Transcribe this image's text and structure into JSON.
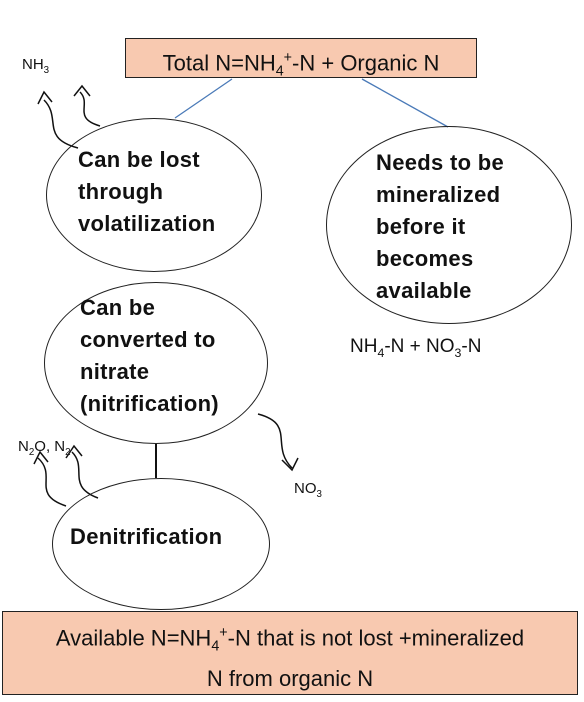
{
  "top_box": {
    "text": "Total N=NH",
    "sub": "4",
    "sup": "+",
    "tail": "-N + Organic N"
  },
  "nodes": {
    "volatilization": [
      "Can be lost",
      "through",
      "volatilization"
    ],
    "mineralized": [
      "Needs to be",
      "mineralized",
      "before it",
      "becomes",
      "available"
    ],
    "nitrification": [
      "Can be",
      "converted to",
      "nitrate",
      "(nitrification)"
    ],
    "denitrification": "Denitrification"
  },
  "labels": {
    "nh3": {
      "a": "NH",
      "b": "3"
    },
    "n2o_n2": {
      "a": "N",
      "b": "2",
      "c": "O, N",
      "d": "2"
    },
    "no3": {
      "a": "NO",
      "b": "3"
    },
    "mineral_products": {
      "a": "NH",
      "b": "4",
      "c": "-N + NO",
      "d": "3",
      "e": "-N"
    }
  },
  "bottom_box": {
    "line1a": "Available N=NH",
    "line1sub": "4",
    "line1sup": "+",
    "line1b": "-N that is not lost +mineralized",
    "line2": "N from organic N"
  }
}
